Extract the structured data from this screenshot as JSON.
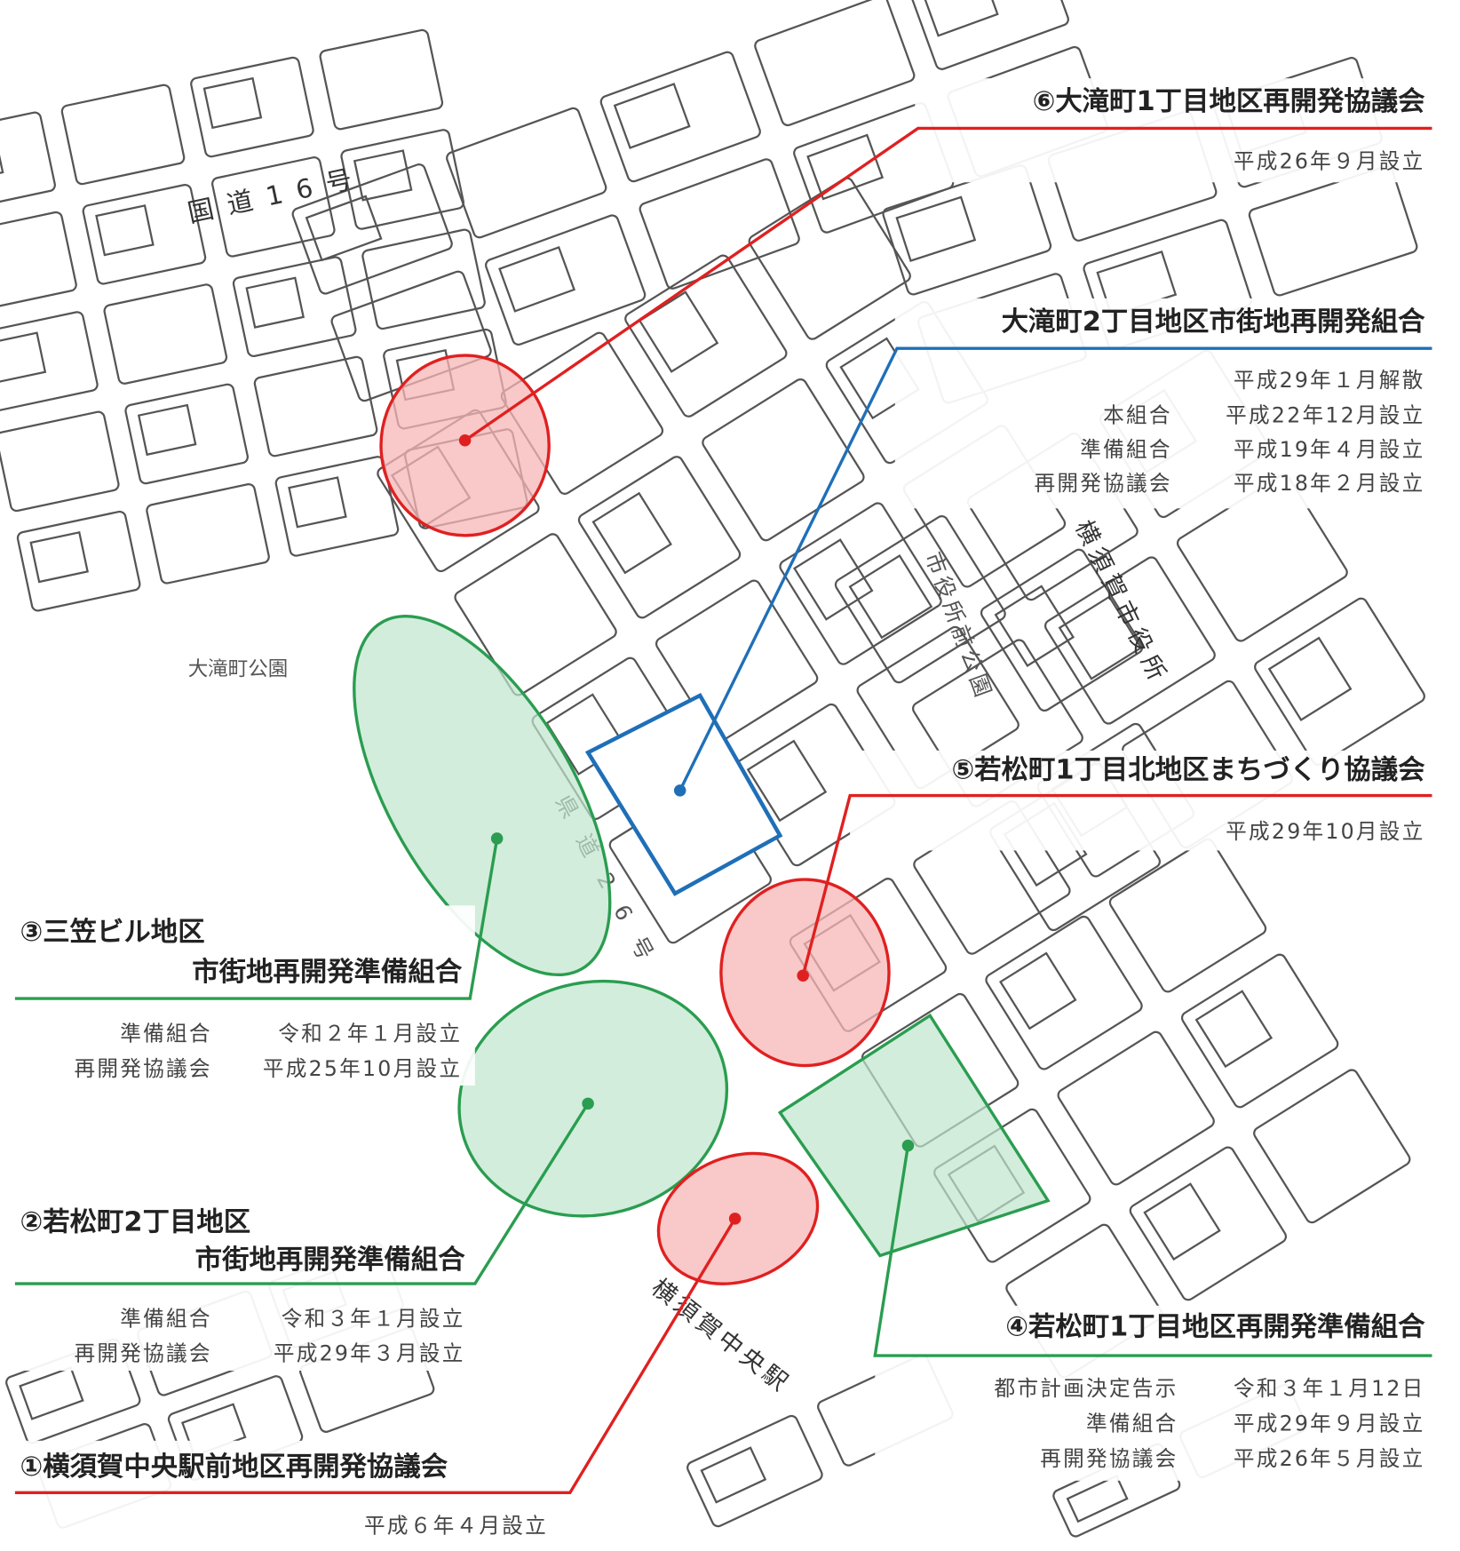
{
  "colors": {
    "council": "#e02020",
    "prep_union": "#2a9d50",
    "union": "#1f6fb8",
    "council_fill": "#f7b5b5",
    "prep_fill": "#bfe6cc"
  },
  "map_labels": {
    "route16": "国道16号",
    "park_otaki": "大滝町公園",
    "pref_road26": "県道26号",
    "park_cityhall": "市役所前公園",
    "city_hall": "横須賀市役所",
    "station": "横須賀中央駅"
  },
  "districts": [
    {
      "id": "6",
      "title": "⑥大滝町1丁目地区再開発協議会",
      "type": "council",
      "rows": [
        {
          "label": "",
          "date": "平成26年９月設立"
        }
      ]
    },
    {
      "id": "otaki2",
      "title": "大滝町2丁目地区市街地再開発組合",
      "type": "union",
      "rows": [
        {
          "label": "",
          "date": "平成29年１月解散"
        },
        {
          "label": "本組合",
          "date": "平成22年12月設立"
        },
        {
          "label": "準備組合",
          "date": "平成19年４月設立"
        },
        {
          "label": "再開発協議会",
          "date": "平成18年２月設立"
        }
      ]
    },
    {
      "id": "5",
      "title": "⑤若松町1丁目北地区まちづくり協議会",
      "type": "council",
      "rows": [
        {
          "label": "",
          "date": "平成29年10月設立"
        }
      ]
    },
    {
      "id": "4",
      "title": "④若松町1丁目地区再開発準備組合",
      "type": "prep_union",
      "rows": [
        {
          "label": "都市計画決定告示",
          "date": "令和３年１月12日"
        },
        {
          "label": "準備組合",
          "date": "平成29年９月設立"
        },
        {
          "label": "再開発協議会",
          "date": "平成26年５月設立"
        }
      ]
    },
    {
      "id": "3",
      "title": "③三笠ビル地区",
      "title2": "市街地再開発準備組合",
      "type": "prep_union",
      "rows": [
        {
          "label": "準備組合",
          "date": "令和２年１月設立"
        },
        {
          "label": "再開発協議会",
          "date": "平成25年10月設立"
        }
      ]
    },
    {
      "id": "2",
      "title": "②若松町2丁目地区",
      "title2": "市街地再開発準備組合",
      "type": "prep_union",
      "rows": [
        {
          "label": "準備組合",
          "date": "令和３年１月設立"
        },
        {
          "label": "再開発協議会",
          "date": "平成29年３月設立"
        }
      ]
    },
    {
      "id": "1",
      "title": "①横須賀中央駅前地区再開発協議会",
      "type": "council",
      "rows": [
        {
          "label": "",
          "date": "平成６年４月設立"
        }
      ]
    }
  ]
}
